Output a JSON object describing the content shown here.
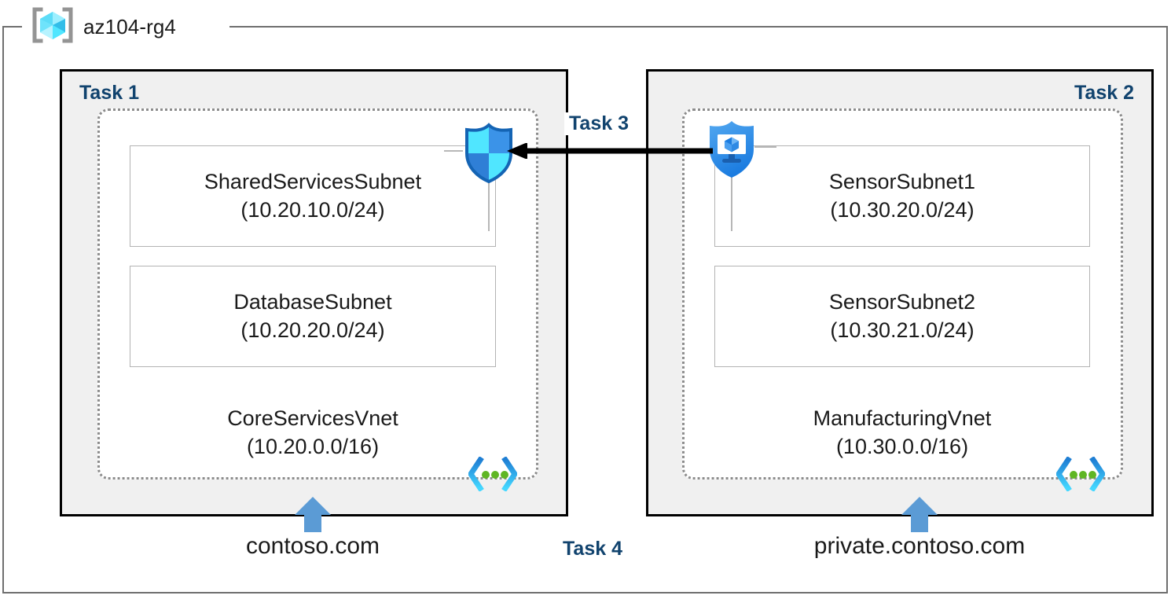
{
  "resource_group": {
    "name": "az104-rg4",
    "icon": "azure-resource-group-cube-icon"
  },
  "panels": [
    {
      "id": "task1",
      "task_label": "Task 1",
      "vnet": {
        "name": "CoreServicesVnet",
        "cidr": "(10.20.0.0/16)",
        "icon": "virtual-network-brackets-icon"
      },
      "subnets": [
        {
          "name": "SharedServicesSubnet",
          "cidr": "(10.20.10.0/24)"
        },
        {
          "name": "DatabaseSubnet",
          "cidr": "(10.20.20.0/24)"
        }
      ],
      "dns": {
        "label": "contoso.com",
        "arrow": "up-arrow-icon"
      }
    },
    {
      "id": "task2",
      "task_label": "Task 2",
      "vnet": {
        "name": "ManufacturingVnet",
        "cidr": "(10.30.0.0/16)",
        "icon": "virtual-network-brackets-icon"
      },
      "subnets": [
        {
          "name": "SensorSubnet1",
          "cidr": "(10.30.20.0/24)"
        },
        {
          "name": "SensorSubnet2",
          "cidr": "(10.30.21.0/24)"
        }
      ],
      "dns": {
        "label": "private.contoso.com",
        "arrow": "up-arrow-icon"
      }
    }
  ],
  "connector": {
    "task_label": "Task 3",
    "direction": "right-to-left",
    "source_icon": "bastion-shield-monitor-icon",
    "target_icon": "firewall-shield-icon"
  },
  "task4": {
    "task_label": "Task 4"
  },
  "colors": {
    "task_label": "#11436e",
    "panel_fill": "#f0f0f0",
    "panel_border": "#000000",
    "vnet_border": "#8c8c8c",
    "subnet_border": "#b3b3b3",
    "frame_border": "#6e6e6e",
    "arrow_blue": "#5b9bd5",
    "azure_cyan": "#50e6ff",
    "azure_blue": "#0078d4",
    "bracket_gray": "#949494",
    "dot_green": "#5fb624"
  }
}
